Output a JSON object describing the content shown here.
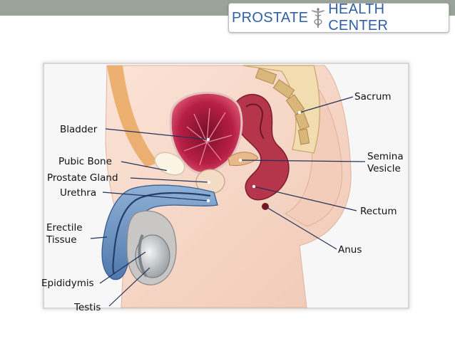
{
  "header": {
    "logo_word1": "PROSTATE",
    "logo_word2": "HEALTH CENTER",
    "accent_color": "#2f5fa8"
  },
  "labels": {
    "sacrum": "Sacrum",
    "bladder": "Bladder",
    "pubic_bone": "Pubic Bone",
    "prostate_gland": "Prostate Gland",
    "urethra": "Urethra",
    "seminal_vesicle_line1": "Semina",
    "seminal_vesicle_line2": "Vesicle",
    "rectum": "Rectum",
    "erectile_tissue_line1": "Erectile",
    "erectile_tissue_line2": "Tissue",
    "anus": "Anus",
    "epididymis": "Epididymis",
    "testis": "Testis"
  }
}
